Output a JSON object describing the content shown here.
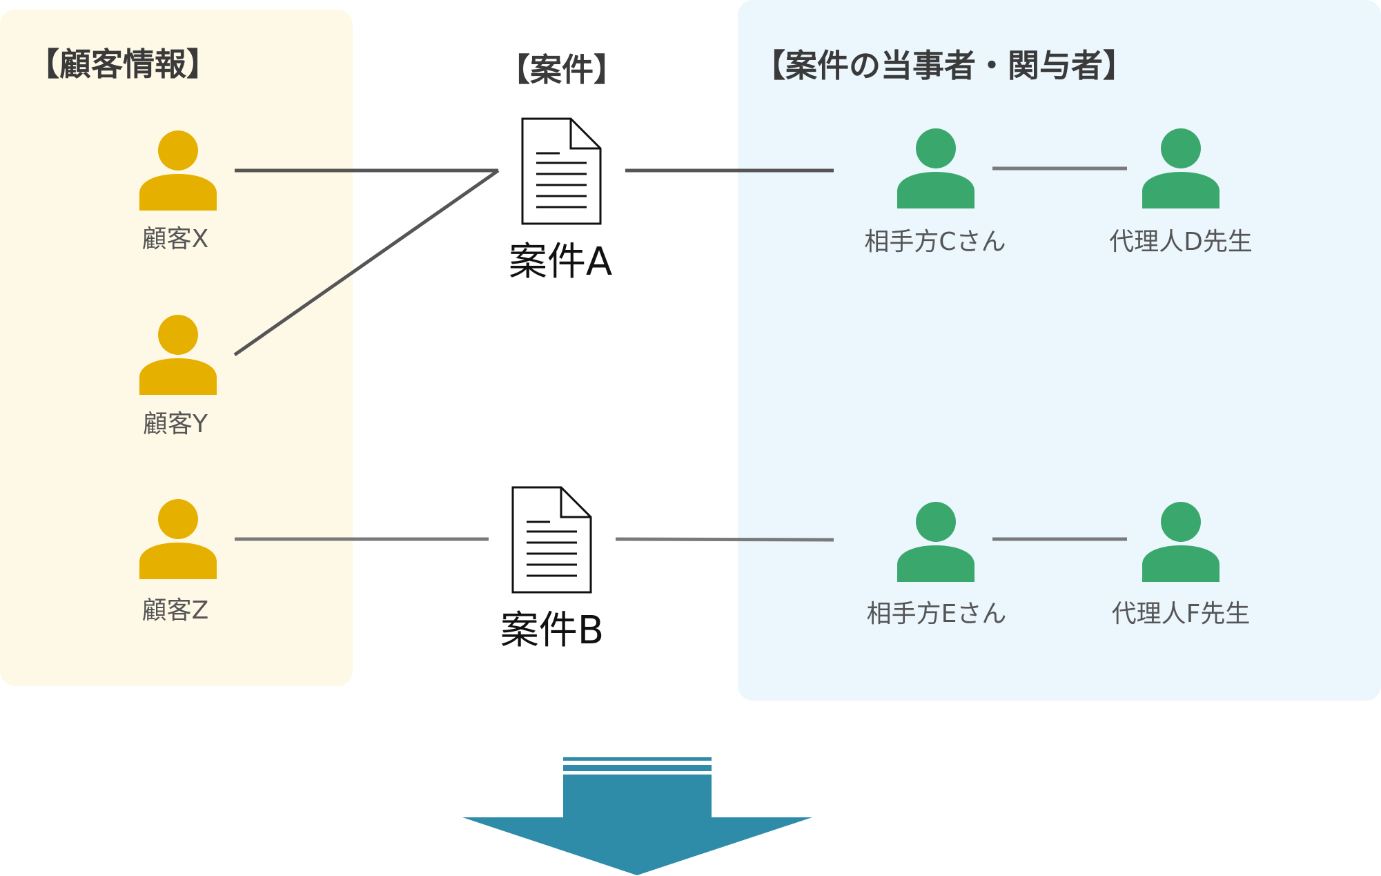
{
  "sections": {
    "customers_heading": "【顧客情報】",
    "cases_heading": "【案件】",
    "parties_heading": "【案件の当事者・関与者】"
  },
  "customers": [
    {
      "label": "顧客X",
      "icon": "person-icon"
    },
    {
      "label": "顧客Y",
      "icon": "person-icon"
    },
    {
      "label": "顧客Z",
      "icon": "person-icon"
    }
  ],
  "cases": [
    {
      "label": "案件A",
      "icon": "document-icon"
    },
    {
      "label": "案件B",
      "icon": "document-icon"
    }
  ],
  "parties": [
    {
      "label": "相手方Cさん",
      "icon": "person-icon"
    },
    {
      "label": "代理人D先生",
      "icon": "person-icon"
    },
    {
      "label": "相手方Eさん",
      "icon": "person-icon"
    },
    {
      "label": "代理人F先生",
      "icon": "person-icon"
    }
  ],
  "colors": {
    "customer_panel": "#fef8e6",
    "party_panel": "#ebf6fd",
    "customer_icon": "#e5b000",
    "party_icon": "#3aa86d",
    "arrow": "#2f8ca9",
    "connector": "#555555"
  },
  "bottom_arrow": {
    "icon": "down-arrow-icon"
  }
}
